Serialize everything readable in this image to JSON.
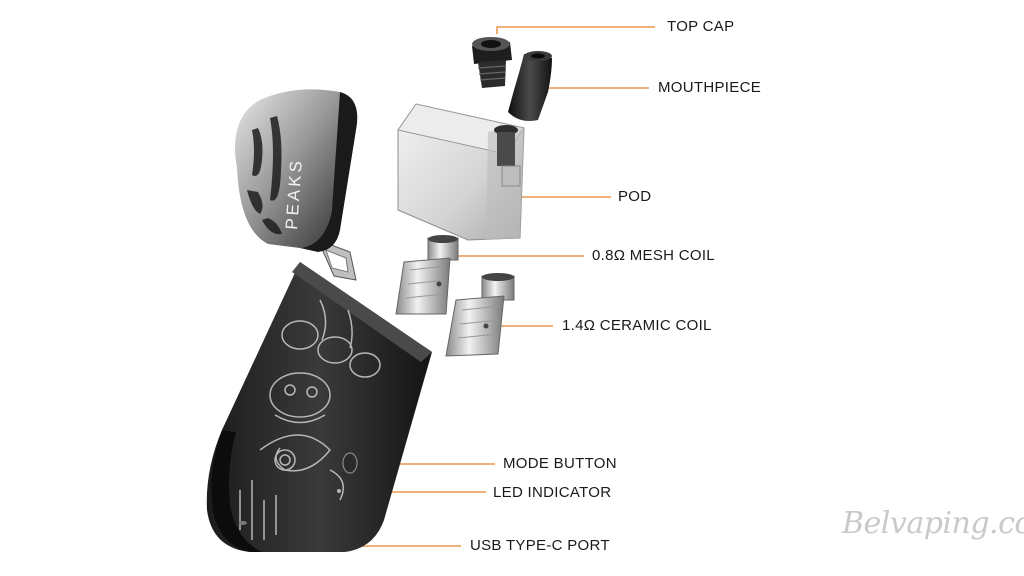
{
  "diagram": {
    "accent_color": "#e8852a",
    "callouts": [
      {
        "id": "top-cap",
        "label": "TOP CAP"
      },
      {
        "id": "mouthpiece",
        "label": "MOUTHPIECE"
      },
      {
        "id": "pod",
        "label": "POD"
      },
      {
        "id": "mesh-coil",
        "label": "0.8Ω MESH COIL"
      },
      {
        "id": "ceramic-coil",
        "label": "1.4Ω CERAMIC COIL"
      },
      {
        "id": "mode-button",
        "label": "MODE BUTTON"
      },
      {
        "id": "led-indicator",
        "label": "LED INDICATOR"
      },
      {
        "id": "usb-port",
        "label": "USB TYPE-C PORT"
      }
    ],
    "device_lid_text": "PEAKS",
    "watermark": "Belvaping.com"
  }
}
